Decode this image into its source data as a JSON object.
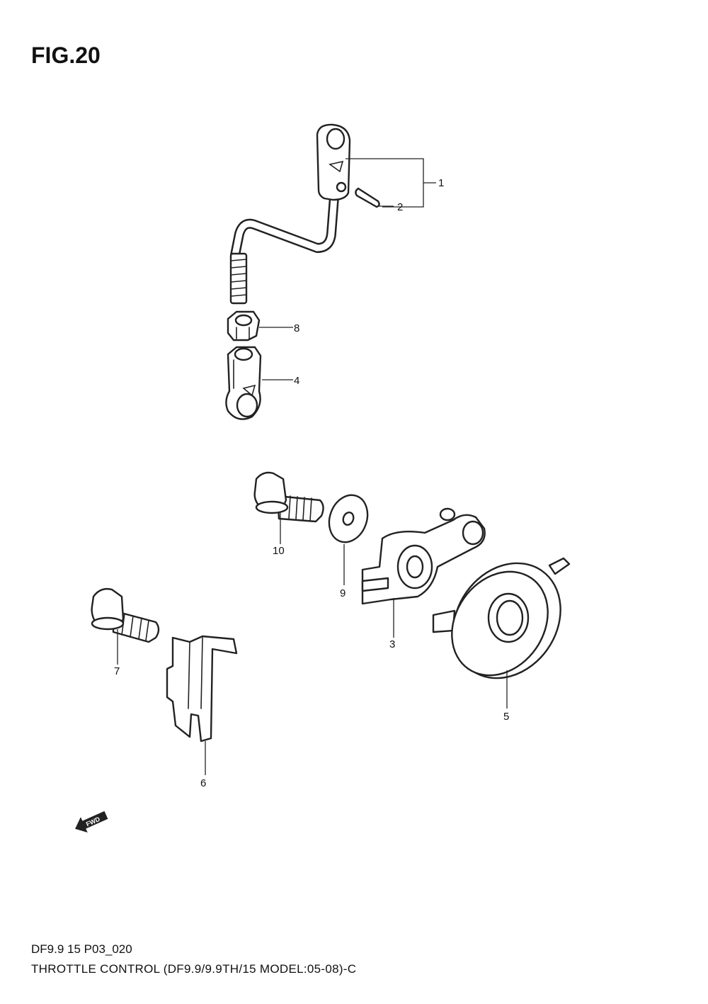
{
  "figure": {
    "title": "FIG.20",
    "code": "DF9.9 15 P03_020",
    "caption": "THROTTLE CONTROL (DF9.9/9.9TH/15 MODEL:05-08)-C"
  },
  "callouts": [
    "1",
    "2",
    "3",
    "4",
    "5",
    "6",
    "7",
    "8",
    "9",
    "10"
  ],
  "direction_badge": "FWD"
}
